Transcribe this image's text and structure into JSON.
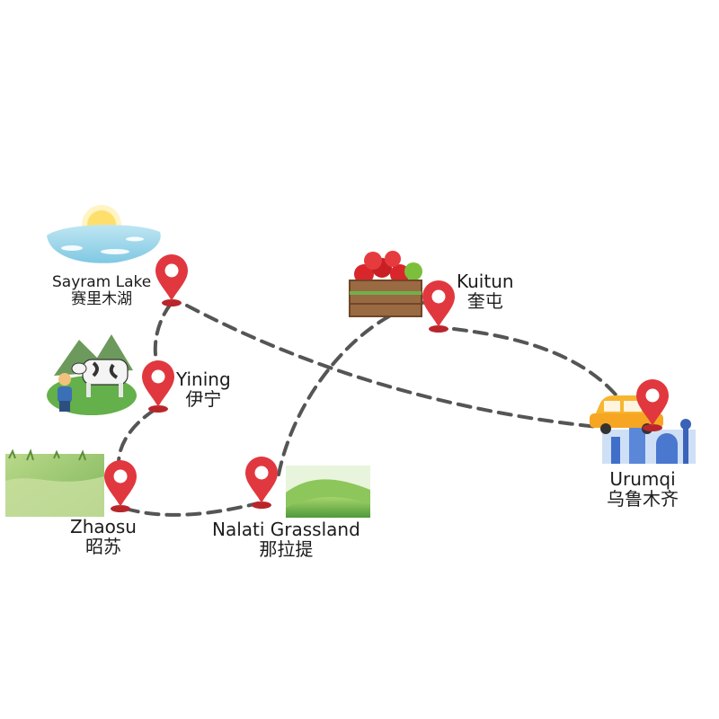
{
  "map": {
    "route_color": "#555555",
    "pin_color": "#e0383e",
    "places": [
      {
        "id": "sayram-lake",
        "en": "Sayram Lake",
        "zh": "赛里木湖",
        "illustration": "lake-sun-illustration"
      },
      {
        "id": "yining",
        "en": "Yining",
        "zh": "伊宁",
        "illustration": "cow-farmer-illustration"
      },
      {
        "id": "zhaosu",
        "en": "Zhaosu",
        "zh": "昭苏",
        "illustration": "grass-field-illustration"
      },
      {
        "id": "nalati",
        "en": "Nalati Grassland",
        "zh": "那拉提",
        "illustration": "green-hills-illustration"
      },
      {
        "id": "kuitun",
        "en": "Kuitun",
        "zh": "奎屯",
        "illustration": "apple-crate-illustration"
      },
      {
        "id": "urumqi",
        "en": "Urumqi",
        "zh": "乌鲁木齐",
        "illustration": "car-city-illustration"
      }
    ]
  }
}
